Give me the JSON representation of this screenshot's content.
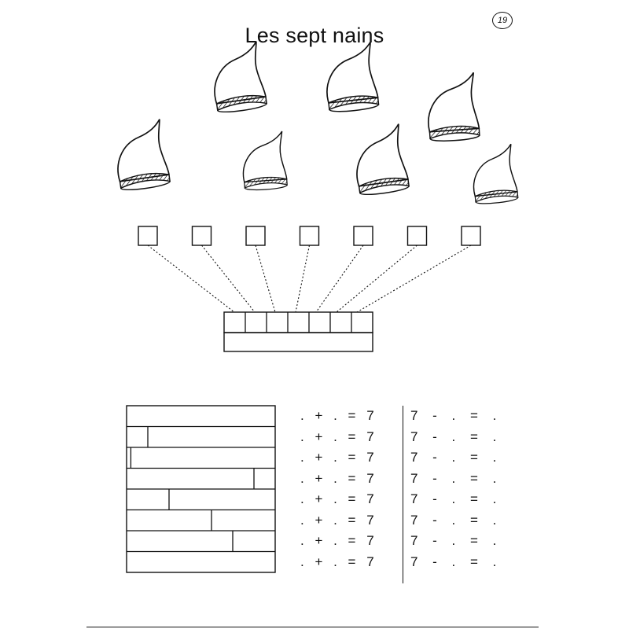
{
  "page": {
    "number": "19",
    "title": "Les sept nains"
  },
  "hats": [
    {
      "id": 1
    },
    {
      "id": 2
    },
    {
      "id": 3
    },
    {
      "id": 4
    },
    {
      "id": 5
    },
    {
      "id": 6
    },
    {
      "id": 7
    }
  ],
  "count_boxes": 7,
  "equations": {
    "left": [
      ". + . = 7",
      ". + . = 7",
      ". + . = 7",
      ". + . = 7",
      ". + . = 7",
      ". + . = 7",
      ". + . = 7",
      ". + . = 7"
    ],
    "right": [
      "7 - . = .",
      "7 - . = .",
      "7 - . = .",
      "7 - . = .",
      "7 - . = .",
      "7 - . = .",
      "7 - . = .",
      "7 - . = ."
    ]
  },
  "decomposition_bars": [
    {
      "split": null
    },
    {
      "split": 1
    },
    {
      "split": 0.2
    },
    {
      "split": 6
    },
    {
      "split": 2
    },
    {
      "split": 4
    },
    {
      "split": 5
    },
    {
      "split": null
    }
  ]
}
